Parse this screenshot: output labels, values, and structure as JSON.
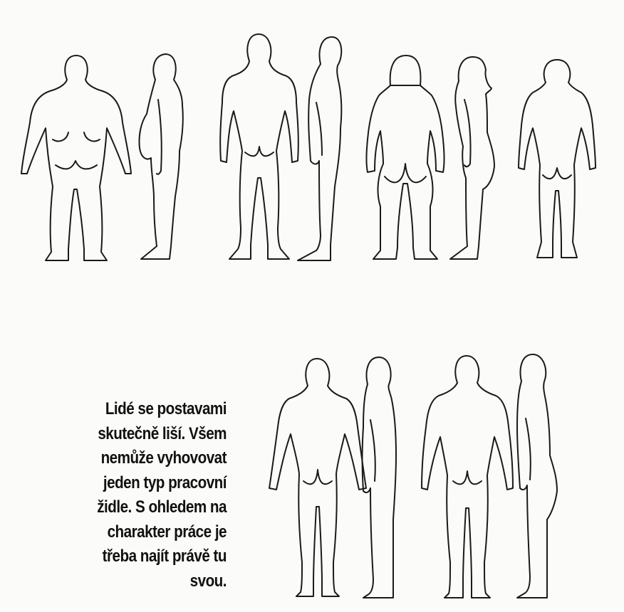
{
  "caption": {
    "lines": [
      "Lidé se postavami",
      "skutečně liší. Všem",
      "nemůže vyhovovat",
      "jeden typ pracovní",
      "židle. S ohledem na",
      "charakter práce je",
      "třeba najít právě tu",
      "svou."
    ]
  },
  "colors": {
    "paper": "#fbfbf9",
    "ink": "#1a1a1a"
  },
  "figures": [
    "heavy-body-back-figure",
    "heavy-body-side-figure",
    "athletic-male-back-figure",
    "athletic-male-side-figure",
    "pear-female-back-figure",
    "pear-female-side-figure",
    "slim-female-back-figure",
    "tall-thin-back-figure",
    "tall-thin-side-figure",
    "average-back-figure",
    "average-side-figure"
  ]
}
